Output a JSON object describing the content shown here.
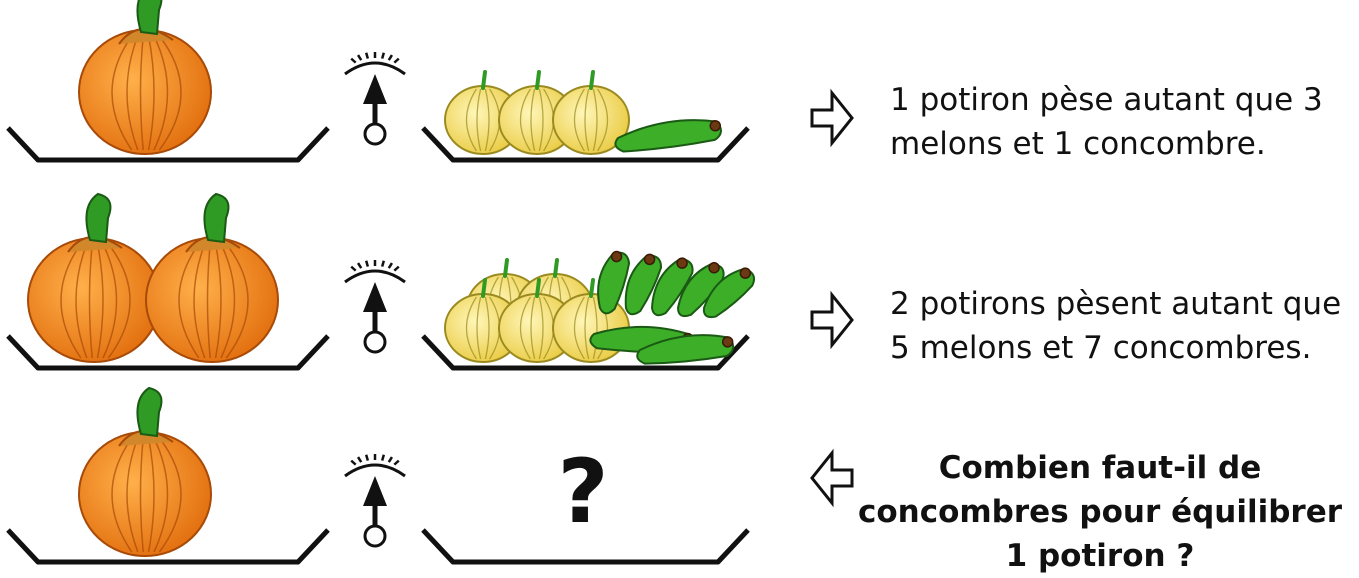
{
  "colors": {
    "pumpkin": "#f08a1a",
    "pumpkin_dark": "#a84a08",
    "melon": "#f5e07a",
    "melon_dark": "#9a8a20",
    "cucumber": "#3cae28",
    "cucumber_dark": "#1a5a14",
    "stem": "#2f9a24",
    "ink": "#111111"
  },
  "rows": [
    {
      "left": {
        "pumpkins": 1
      },
      "right": {
        "melons": 3,
        "cucumbers": 1,
        "unknown": false
      },
      "arrow": "right",
      "caption": [
        "1 potiron pèse autant que 3",
        "melons et 1 concombre."
      ]
    },
    {
      "left": {
        "pumpkins": 2
      },
      "right": {
        "melons": 5,
        "cucumbers": 7,
        "unknown": false
      },
      "arrow": "right",
      "caption": [
        "2 potirons pèsent autant que",
        "5 melons et 7 concombres."
      ]
    },
    {
      "left": {
        "pumpkins": 1
      },
      "right": {
        "melons": 0,
        "cucumbers": 0,
        "unknown": true
      },
      "arrow": "left",
      "question_mark": "?",
      "caption": [
        "Combien faut-il de",
        "concombres pour équilibrer",
        "1 potiron ?"
      ]
    }
  ]
}
